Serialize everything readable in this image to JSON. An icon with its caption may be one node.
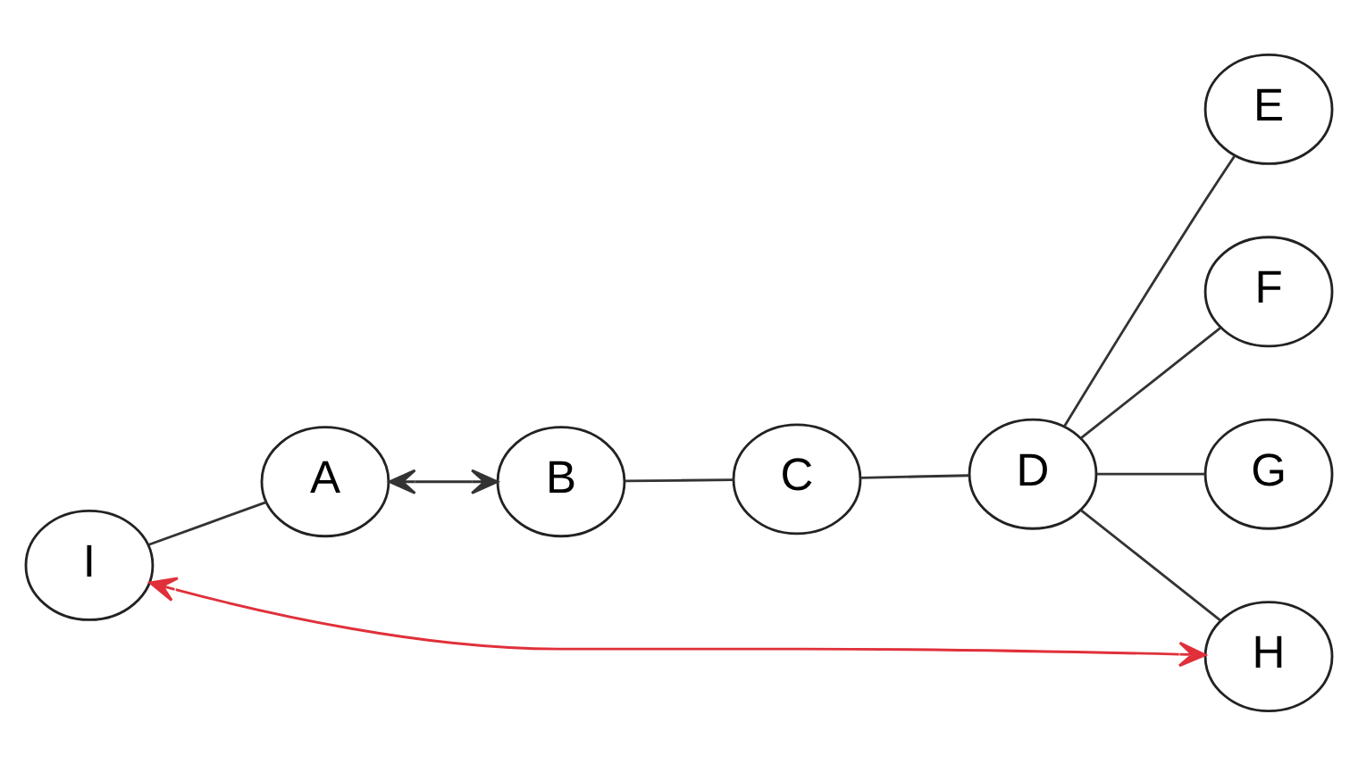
{
  "diagram": {
    "nodes": [
      {
        "text": [
          "B"
        ]
      },
      {
        "text": [
          "A"
        ]
      },
      {
        "text": [
          "I"
        ]
      },
      {
        "text": [
          "C"
        ]
      },
      {
        "text": [
          "D"
        ]
      },
      {
        "text": [
          "E"
        ]
      },
      {
        "text": [
          "F"
        ]
      },
      {
        "text": [
          "H"
        ]
      },
      {
        "text": [
          "G"
        ]
      }
    ],
    "edges": [
      {
        "from": 1,
        "to": 0,
        "arrow": "both"
      },
      {
        "from": 2,
        "to": 1,
        "arrow": "none"
      },
      {
        "from": 0,
        "to": 3,
        "arrow": "none"
      },
      {
        "from": 3,
        "to": 4,
        "arrow": "none"
      },
      {
        "from": 4,
        "to": 5,
        "arrow": "none"
      },
      {
        "from": 4,
        "to": 6,
        "arrow": "none"
      },
      {
        "from": 4,
        "to": 7,
        "arrow": "none"
      },
      {
        "from": 4,
        "to": 8,
        "arrow": "none"
      },
      {
        "from": 2,
        "to": 7,
        "arrow": "both",
        "color": "#e0303a"
      }
    ]
  }
}
